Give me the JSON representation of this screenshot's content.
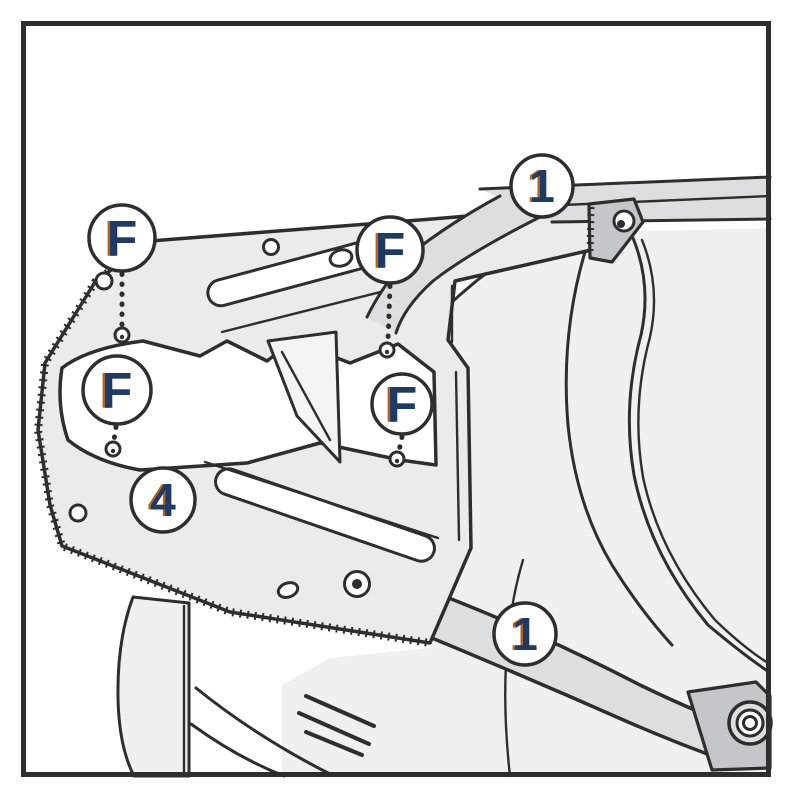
{
  "labels": {
    "f": "F",
    "plate": "4",
    "rail": "1"
  },
  "colors": {
    "paper": "#ffffff",
    "outline": "#2e2e2e",
    "body_fill": "#eef0f2",
    "plate_fill": "#e9ebed",
    "tube_fill": "#dcdfe2",
    "tab_fill": "#c3c7cc",
    "brace_fill": "#f3f4f6",
    "label_blue": "#1e3a66",
    "label_orange": "#b2641f"
  }
}
